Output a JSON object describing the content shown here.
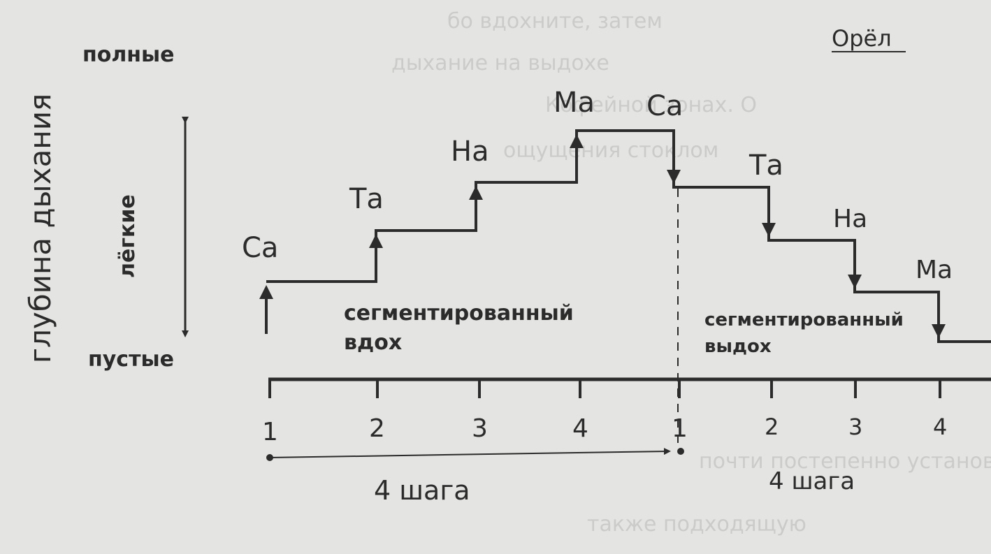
{
  "header": {
    "title": "Орёл"
  },
  "axis": {
    "vertical_label": "глубина дыхания",
    "middle_label": "лёгкие",
    "top_label": "полные",
    "bottom_label": "пустые"
  },
  "syllables": {
    "inhale": [
      "Са",
      "Та",
      "На",
      "Ма"
    ],
    "exhale": [
      "Са",
      "Та",
      "На",
      "Ма"
    ]
  },
  "phases": {
    "inhale_line1": "сегментированный",
    "inhale_line2": "вдох",
    "exhale_line1": "сегментированный",
    "exhale_line2": "выдох"
  },
  "timeline": {
    "ticks": [
      "1",
      "2",
      "3",
      "4",
      "1",
      "2",
      "3",
      "4"
    ],
    "steps_label_1": "4 шага",
    "steps_label_2": "4 шага"
  },
  "colors": {
    "ink": "#2b2b2b",
    "paper": "#e4e4e2"
  }
}
